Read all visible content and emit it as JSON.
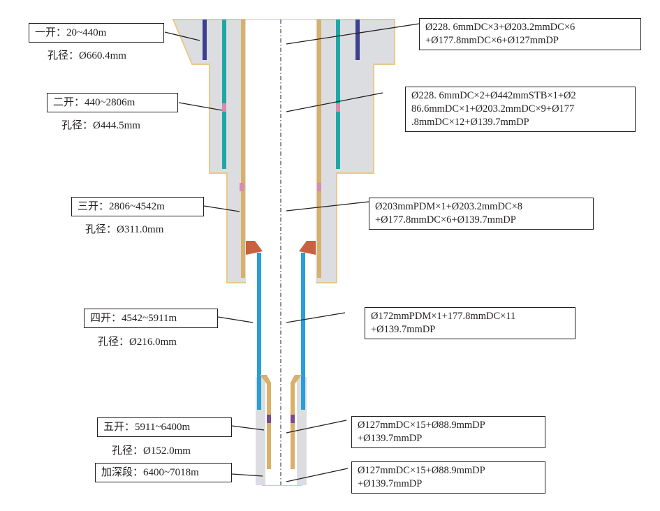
{
  "sections": [
    {
      "label": "一开：20~440m",
      "bore": "孔径：Ø660.4mm"
    },
    {
      "label": "二开：440~2806m",
      "bore": "孔径：Ø444.5mm"
    },
    {
      "label": "三开：2806~4542m",
      "bore": "孔径：Ø311.0mm"
    },
    {
      "label": "四开：4542~5911m",
      "bore": "孔径：Ø216.0mm"
    },
    {
      "label": "五开：5911~6400m",
      "bore": "孔径：Ø152.0mm"
    },
    {
      "label": "加深段：6400~7018m"
    }
  ],
  "specs": [
    {
      "lines": [
        "Ø228. 6mmDC×3+Ø203.2mmDC×6",
        "+Ø177.8mmDC×6+Ø127mmDP"
      ]
    },
    {
      "lines": [
        "Ø228. 6mmDC×2+Ø442mmSTB×1+Ø2",
        "86.6mmDC×1+Ø203.2mmDC×9+Ø177",
        ".8mmDC×12+Ø139.7mmDP"
      ]
    },
    {
      "lines": [
        "Ø203mmPDM×1+Ø203.2mmDC×8",
        "+Ø177.8mmDC×6+Ø139.7mmDP"
      ]
    },
    {
      "lines": [
        "Ø172mmPDM×1+177.8mmDC×11",
        "+Ø139.7mmDP"
      ]
    },
    {
      "lines": [
        "Ø127mmDC×15+Ø88.9mmDP",
        "+Ø139.7mmDP"
      ]
    },
    {
      "lines": [
        "Ø127mmDC×15+Ø88.9mmDP",
        "+Ø139.7mmDP"
      ]
    }
  ],
  "colors": {
    "casing_fill": "#dcdde0",
    "casing_edge": "#e8c98c",
    "drill_pipe": "#d9b06a",
    "collar_teal": "#1fa7a5",
    "collar_blue": "#2a9ed8",
    "collar_navy": "#3e3f8f",
    "stabilizer_pink": "#d98bb0",
    "motor_red": "#c9603f",
    "jar_purple": "#7a4b8c",
    "line": "#231f20"
  }
}
